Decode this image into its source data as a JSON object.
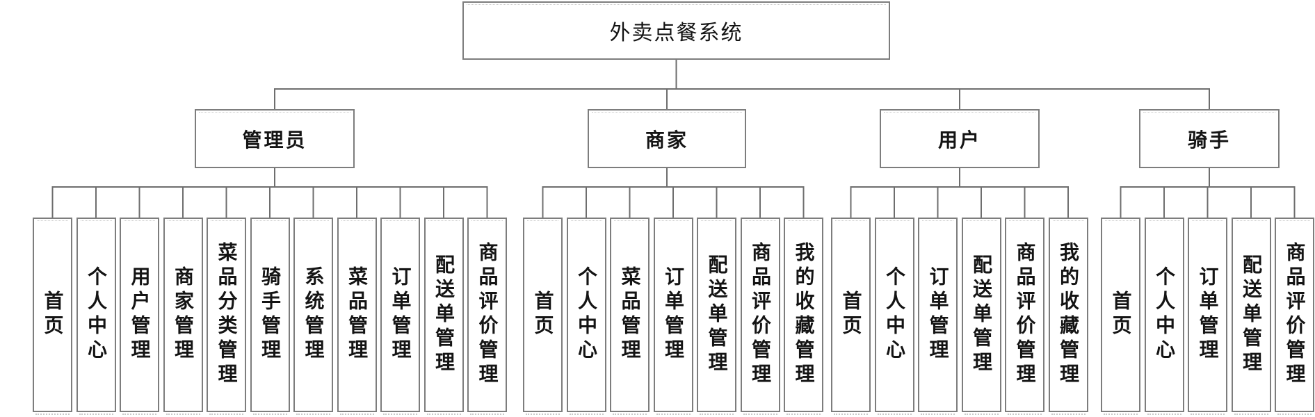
{
  "diagram": {
    "root": {
      "label": "外卖点餐系统"
    },
    "groups": [
      {
        "label": "管理员",
        "leaves": [
          "首页",
          "个人中心",
          "用户管理",
          "商家管理",
          "菜品分类管理",
          "骑手管理",
          "系统管理",
          "菜品管理",
          "订单管理",
          "配送单管理",
          "商品评价管理"
        ]
      },
      {
        "label": "商家",
        "leaves": [
          "首页",
          "个人中心",
          "菜品管理",
          "订单管理",
          "配送单管理",
          "商品评价管理",
          "我的收藏管理"
        ]
      },
      {
        "label": "用户",
        "leaves": [
          "首页",
          "个人中心",
          "订单管理",
          "配送单管理",
          "商品评价管理",
          "我的收藏管理"
        ]
      },
      {
        "label": "骑手",
        "leaves": [
          "首页",
          "个人中心",
          "订单管理",
          "配送单管理",
          "商品评价管理"
        ]
      }
    ],
    "colors": {
      "line": "#6e6e6e",
      "box_border": "#7d7d7d",
      "text": "#141414",
      "background": "#ffffff"
    }
  }
}
